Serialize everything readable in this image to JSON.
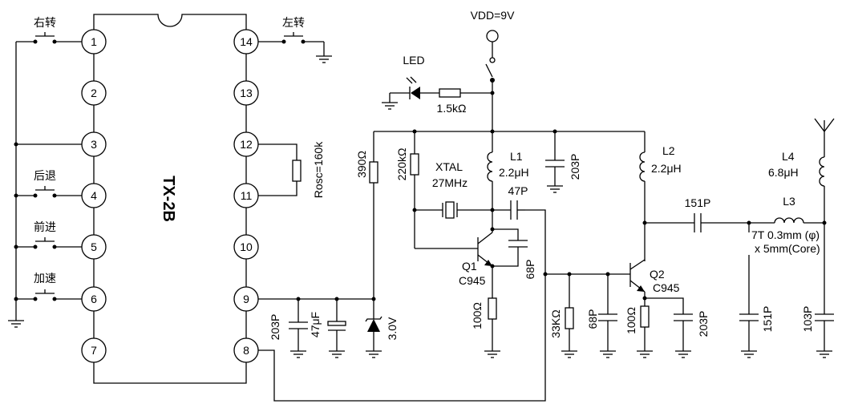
{
  "chip": {
    "name": "TX-2B",
    "pins": [
      "1",
      "2",
      "3",
      "4",
      "5",
      "6",
      "7",
      "8",
      "9",
      "10",
      "11",
      "12",
      "13",
      "14"
    ]
  },
  "switches": {
    "turn_right": "右转",
    "reverse": "后退",
    "forward": "前进",
    "accelerate": "加速",
    "turn_left": "左转"
  },
  "labels": {
    "vdd": "VDD=9V",
    "led": "LED",
    "r_led": "1.5kΩ",
    "rosc": "Rosc=160k",
    "r390": "390Ω",
    "r220k": "220kΩ",
    "xtal": "XTAL",
    "xtal_freq": "27MHz",
    "l1": "L1",
    "l1_val": "2.2μH",
    "c203_top": "203P",
    "l2": "L2",
    "l2_val": "2.2μH",
    "c47": "47P",
    "q1": "Q1",
    "q1_type": "C945",
    "c68_q1": "68P",
    "r100_q1": "100Ω",
    "c203_pin9": "203P",
    "c47uf": "47μF",
    "zener": "3.0V",
    "r33k": "33KΩ",
    "c68_b": "68P",
    "q2": "Q2",
    "q2_type": "C945",
    "r100_q2": "100Ω",
    "c203_q2": "203P",
    "c151": "151P",
    "l3": "L3",
    "l3_spec1": "7T 0.3mm (φ)",
    "l3_spec2": "x 5mm(Core)",
    "c151_gnd": "151P",
    "l4": "L4",
    "l4_val": "6.8μH",
    "c103": "103P"
  }
}
